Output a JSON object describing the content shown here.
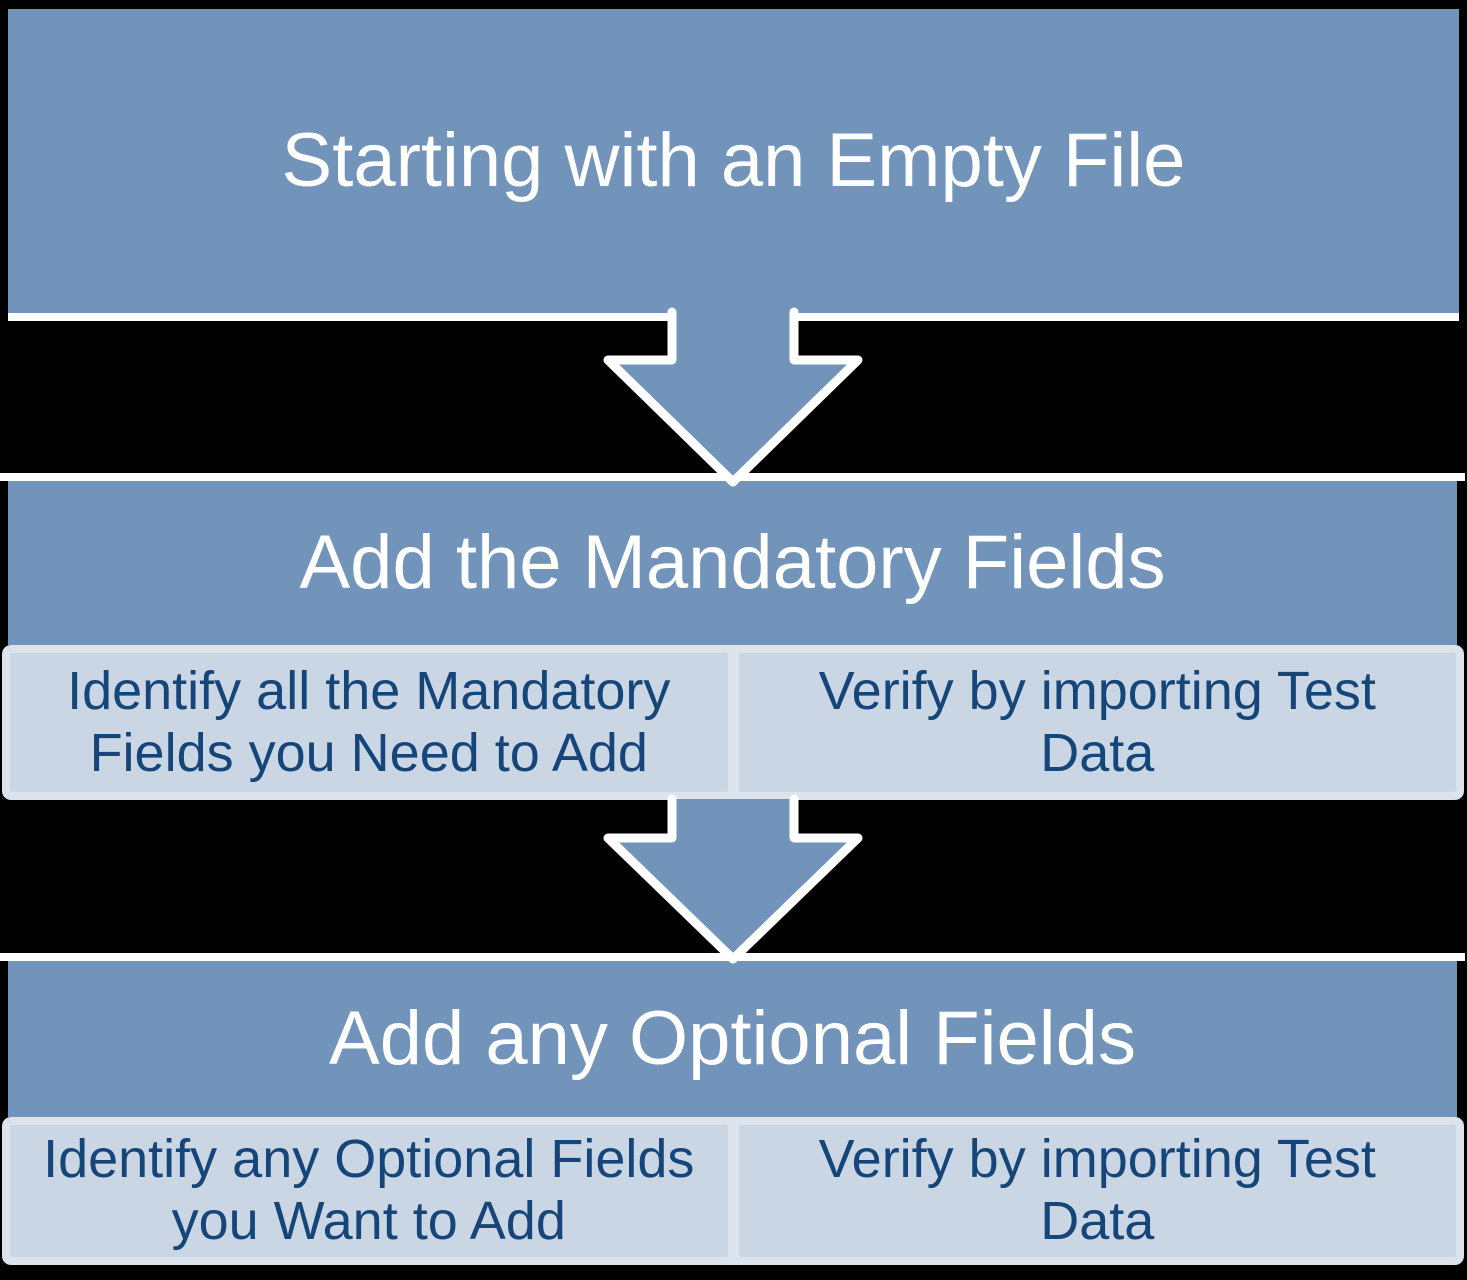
{
  "diagram": {
    "type": "flowchart-vertical-process",
    "background_color": "#000000",
    "colors": {
      "step_fill": "#7394BA",
      "step_title_text": "#FFFFFF",
      "substep_fill": "#CBD6E4",
      "substep_border": "#DCE3ED",
      "substep_text": "#164679",
      "connector_outline": "#FFFFFF"
    },
    "steps": [
      {
        "title": "Starting with an Empty File",
        "substeps": []
      },
      {
        "title": "Add the Mandatory Fields",
        "substeps": [
          {
            "lines": [
              "Identify all the Mandatory",
              "Fields you Need to Add"
            ]
          },
          {
            "lines": [
              "Verify by importing Test",
              "Data"
            ]
          }
        ]
      },
      {
        "title": "Add any Optional Fields",
        "substeps": [
          {
            "lines": [
              "Identify any Optional Fields",
              "you Want to Add"
            ]
          },
          {
            "lines": [
              "Verify by importing Test",
              "Data"
            ]
          }
        ]
      }
    ],
    "connectors": [
      {
        "icon": "down-arrow",
        "from": "Starting with an Empty File",
        "to": "Add the Mandatory Fields"
      },
      {
        "icon": "down-arrow",
        "from": "Add the Mandatory Fields",
        "to": "Add any Optional Fields"
      }
    ]
  }
}
